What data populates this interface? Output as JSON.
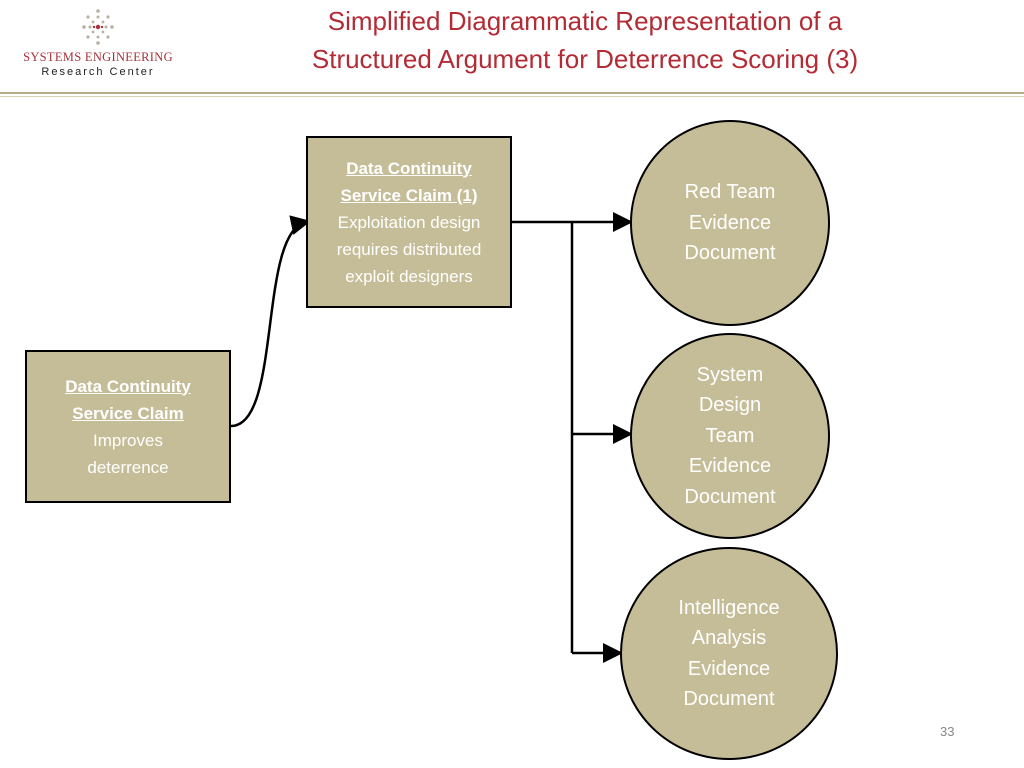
{
  "logo": {
    "line1": "SYSTEMS ENGINEERING",
    "line2": "Research Center"
  },
  "title": {
    "line1": "Simplified Diagrammatic Representation of a",
    "line2": "Structured Argument for Deterrence Scoring (3)"
  },
  "nodes": {
    "root_claim": {
      "heading_line1": "Data Continuity",
      "heading_line2": "Service Claim",
      "body_line1": "Improves",
      "body_line2": "deterrence"
    },
    "sub_claim": {
      "heading_line1": "Data Continuity",
      "heading_line2": "Service Claim (1)",
      "body_line1": "Exploitation design",
      "body_line2": "requires distributed",
      "body_line3": "exploit designers"
    },
    "red_team": {
      "line1": "Red Team",
      "line2": "Evidence",
      "line3": "Document"
    },
    "system_design": {
      "line1": "System",
      "line2": "Design",
      "line3": "Team",
      "line4": "Evidence",
      "line5": "Document"
    },
    "intelligence": {
      "line1": "Intelligence",
      "line2": "Analysis",
      "line3": "Evidence",
      "line4": "Document"
    }
  },
  "colors": {
    "title": "#b32b35",
    "node_fill": "#c5bd97",
    "rule": "#b5a987",
    "logo_red": "#a8323b"
  },
  "page_number": "33"
}
